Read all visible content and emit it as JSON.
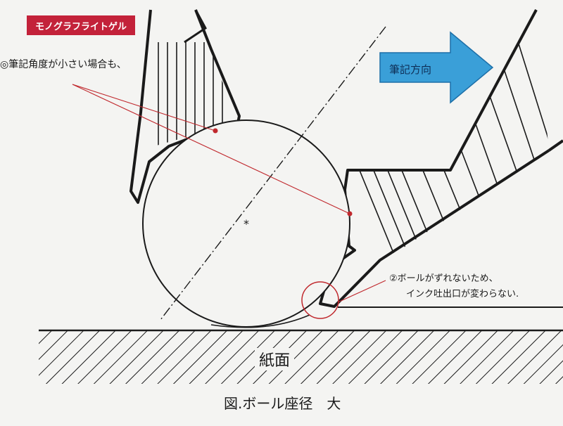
{
  "brand_tag": "モノグラフライトゲル",
  "annotations": {
    "note1": "◎筆記角度が小さい場合も、",
    "note2_line1": "②ボールがずれないため、",
    "note2_line2": "インク吐出口が変わらない."
  },
  "arrow_label": "筆記方向",
  "paper_label": "紙面",
  "caption": "図.ボール座径　大",
  "colors": {
    "brand_red": "#c3223a",
    "arrow_blue": "#3a9fd8",
    "line": "#1a1a1a",
    "annotation_red": "#c0282d"
  }
}
